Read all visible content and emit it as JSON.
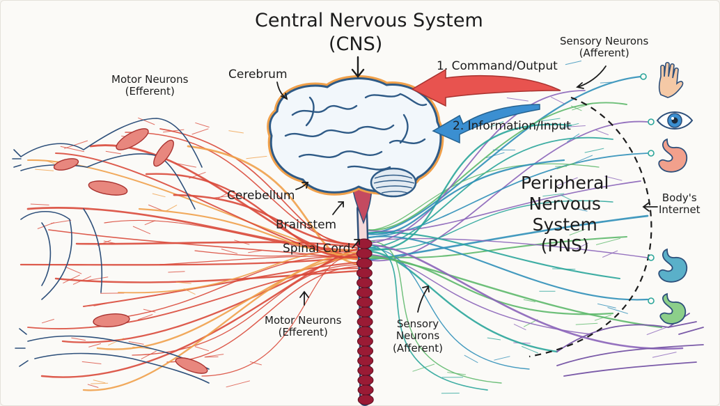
{
  "title": {
    "line1": "Central Nervous System",
    "line2": "(CNS)"
  },
  "labels": {
    "cerebrum": "Cerebrum",
    "cerebellum": "Cerebellum",
    "brainstem": "Brainstem",
    "spinal_cord": "Spinal Cord",
    "motor_top_line1": "Motor Neurons",
    "motor_top_line2": "(Efferent)",
    "motor_bottom_line1": "Motor Neurons",
    "motor_bottom_line2": "(Efferent)",
    "sensory_top_line1": "Sensory Neurons",
    "sensory_top_line2": "(Afferent)",
    "sensory_bottom_line1": "Sensory",
    "sensory_bottom_line2": "Neurons",
    "sensory_bottom_line3": "(Afferent)",
    "pns_line1": "Peripheral",
    "pns_line2": "Nervous",
    "pns_line3": "System",
    "pns_line4": "(PNS)",
    "internet_line1": "Body's",
    "internet_line2": "Internet"
  },
  "flows": {
    "command": "1. Command/Output",
    "information": "2. Information/Input"
  },
  "sensory_icons": [
    "hand-icon",
    "eye-icon",
    "stomach-icon",
    "stomach-icon",
    "stomach-icon"
  ],
  "colors": {
    "command_arrow": "#e8534f",
    "information_arrow": "#3b8fd1",
    "brain_outline": "#2e5a86",
    "brain_fill": "#f2f7fb",
    "brain_glow": "#f0a04a",
    "spinal_cord": "#9a1b35",
    "motor_nerves": "#d9493a",
    "motor_nerves_alt": "#f0a04a",
    "sensory_nerves": [
      "#2f8fb8",
      "#5db86a",
      "#8a63b8",
      "#2aa59a"
    ]
  }
}
